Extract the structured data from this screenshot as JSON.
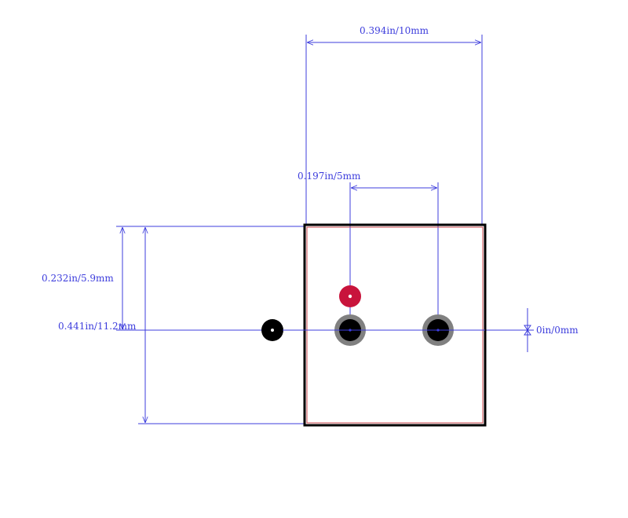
{
  "colors": {
    "dimension": "#3c3cdc",
    "outline": "#000000",
    "courtyard": "#c8464b",
    "pad_red": "#c8143c",
    "pad_ring": "#808080",
    "pad_core": "#000000"
  },
  "dimensions": {
    "top_width": "0.394in/10mm",
    "pin_pitch": "0.197in/5mm",
    "left_offset": "0.232in/5.9mm",
    "left_height": "0.441in/11.2mm",
    "right_offset": "0in/0mm"
  }
}
